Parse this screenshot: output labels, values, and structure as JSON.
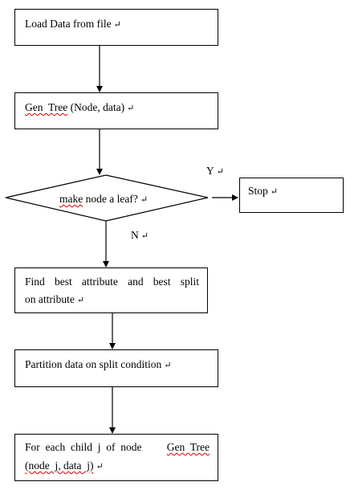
{
  "nodes": {
    "load": {
      "text": "Load Data from file"
    },
    "gen_tree": {
      "squiggle_word": "Gen  Tree",
      "text": "(Node, data)"
    },
    "decision": {
      "squiggle_word": "make",
      "text": "node a leaf?"
    },
    "stop": {
      "text": "Stop"
    },
    "find_best": {
      "line1": "Find  best  attribute  and  best  split",
      "line2": "on attribute"
    },
    "partition": {
      "text": "Partition data on split condition"
    },
    "for_each": {
      "line1_pre": "For  each  child  j  of  node",
      "line1_squiggle": "Gen  Tree",
      "line2_squiggle": "(node  j, data  j)"
    }
  },
  "edges": {
    "yes_label": "Y",
    "no_label": "N"
  },
  "paragraph_mark": "↵",
  "colors": {
    "stroke": "#000000",
    "spellcheck": "#d40000"
  }
}
